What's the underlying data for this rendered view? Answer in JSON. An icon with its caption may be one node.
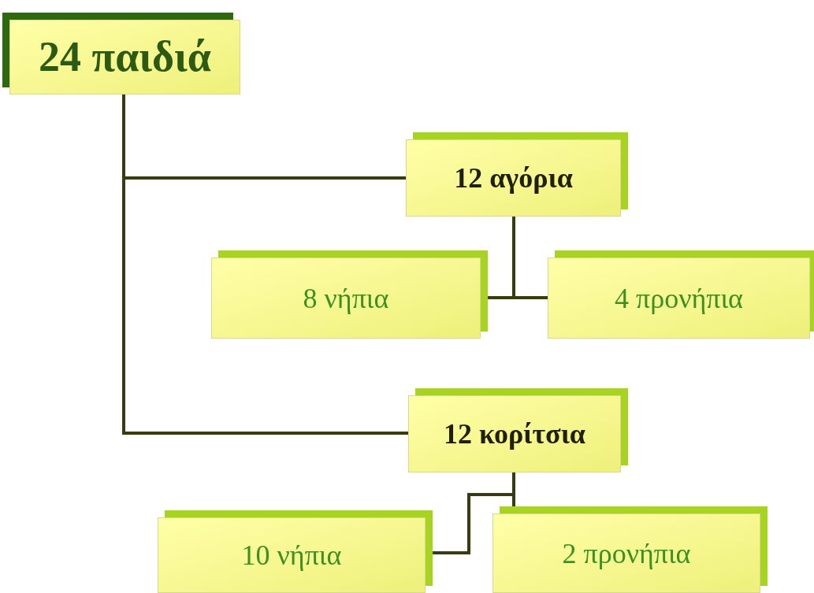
{
  "diagram": {
    "nodes": [
      {
        "text": [
          "24 παιδιά"
        ]
      },
      {
        "text": [
          "12 αγόρια"
        ]
      },
      {
        "text": [
          "8 νήπια"
        ]
      },
      {
        "text": [
          "4 προνήπια"
        ]
      },
      {
        "text": [
          "12 κορίτσια"
        ]
      },
      {
        "text": [
          "10 νήπια"
        ]
      },
      {
        "text": [
          "2 προνήπια"
        ]
      }
    ],
    "edges": [
      {
        "from": 0,
        "to": 1,
        "arrow": "none"
      },
      {
        "from": 0,
        "to": 4,
        "arrow": "none"
      },
      {
        "from": 1,
        "to": 2,
        "arrow": "none"
      },
      {
        "from": 1,
        "to": 3,
        "arrow": "none"
      },
      {
        "from": 4,
        "to": 5,
        "arrow": "none"
      },
      {
        "from": 4,
        "to": 6,
        "arrow": "none"
      }
    ]
  }
}
